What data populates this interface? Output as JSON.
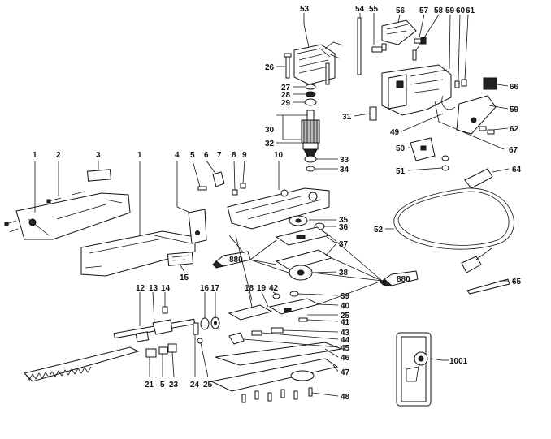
{
  "labels": {
    "l53": "53",
    "l54": "54",
    "l55": "55",
    "l56": "56",
    "l57": "57",
    "l58": "58",
    "l59a": "59",
    "l60": "60",
    "l61": "61",
    "l66": "66",
    "l26": "26",
    "l27": "27",
    "l28": "28",
    "l29": "29",
    "l31": "31",
    "l59b": "59",
    "l49": "49",
    "l62": "62",
    "l30": "30",
    "l32": "32",
    "l33": "33",
    "l34": "34",
    "l50": "50",
    "l67": "67",
    "l51": "51",
    "l64": "64",
    "l1a": "1",
    "l2": "2",
    "l3": "3",
    "l1b": "1",
    "l4": "4",
    "l5a": "5",
    "l6": "6",
    "l7": "7",
    "l8": "8",
    "l9": "9",
    "l10": "10",
    "l35": "35",
    "l36": "36",
    "l37": "37",
    "l38": "38",
    "l52": "52",
    "l15": "15",
    "l65": "65",
    "l12": "12",
    "l13": "13",
    "l14": "14",
    "l16": "16",
    "l17": "17",
    "l18": "18",
    "l19": "19",
    "l42": "42",
    "l39": "39",
    "l40": "40",
    "l25a": "25",
    "l41": "41",
    "l43": "43",
    "l44": "44",
    "l45": "45",
    "l46": "46",
    "l47": "47",
    "l48": "48",
    "l21": "21",
    "l5b": "5",
    "l23": "23",
    "l24": "24",
    "l25b": "25",
    "l1001": "1001"
  },
  "grease_tubes": {
    "left": "880",
    "right": "880"
  }
}
